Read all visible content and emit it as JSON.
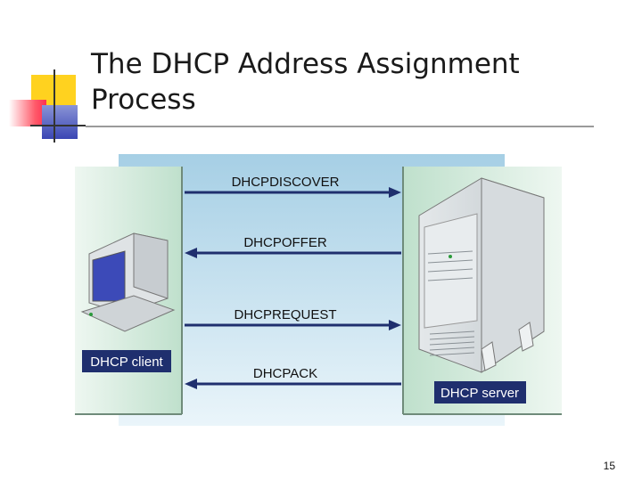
{
  "slide": {
    "title_line1": "The DHCP Address Assignment",
    "title_line2": "Process",
    "page_number": "15"
  },
  "diagram": {
    "client_label": "DHCP client",
    "server_label": "DHCP server",
    "messages": [
      {
        "label": "DHCPDISCOVER",
        "direction": "client-to-server"
      },
      {
        "label": "DHCPOFFER",
        "direction": "server-to-client"
      },
      {
        "label": "DHCPREQUEST",
        "direction": "client-to-server"
      },
      {
        "label": "DHCPACK",
        "direction": "server-to-client"
      }
    ],
    "colors": {
      "arrow": "#1f2f6e",
      "label_box": "#1f2f6e",
      "panel_top": "#a6cfe5",
      "panel_bottom": "#eaf5fa",
      "side_panels": "#d4eadd"
    }
  }
}
